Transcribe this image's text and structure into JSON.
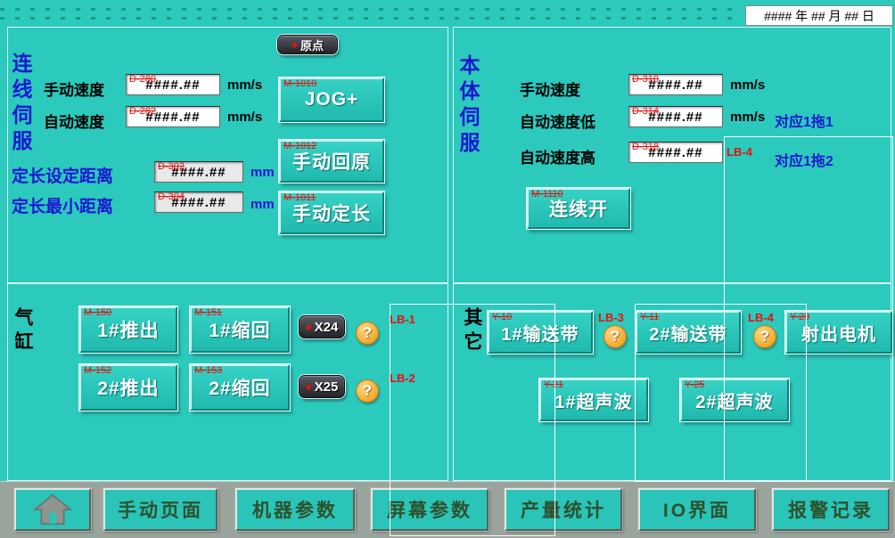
{
  "date_bar": {
    "text": "#### 年 ## 月 ## 日"
  },
  "icons": {
    "question": "?"
  },
  "colors": {
    "background": "#2cc9bd",
    "button_teal": "#25c3b7",
    "label_blue": "#1a19d0",
    "address_red": "#e31212",
    "pill_dark": "#2a2a30",
    "qmark_orange": "#f2a92e",
    "nav_bg": "#9aa39c"
  },
  "left_servo": {
    "side_label": "连线伺服",
    "origin_button": {
      "marker": "◆",
      "label": "原点"
    },
    "manual_speed": {
      "label": "手动速度",
      "address": "D-280",
      "value": "####.##",
      "unit": "mm/s"
    },
    "auto_speed": {
      "label": "自动速度",
      "address": "D-282",
      "value": "####.##",
      "unit": "mm/s"
    },
    "fixed_set": {
      "label": "定长设定距离",
      "address": "D-302",
      "value": "####.##",
      "unit": "mm"
    },
    "fixed_min": {
      "label": "定长最小距离",
      "address": "D-304",
      "value": "####.##",
      "unit": "mm"
    },
    "jog_button": {
      "address": "M-1010",
      "label": "JOG+"
    },
    "return_button": {
      "address": "M-1012",
      "label": "手动回原"
    },
    "fixed_button": {
      "address": "M-1011",
      "label": "手动定长"
    }
  },
  "body_servo": {
    "side_label": "本体伺服",
    "manual_speed": {
      "label": "手动速度",
      "address": "D-310",
      "value": "####.##",
      "unit": "mm/s"
    },
    "auto_speed_low": {
      "label": "自动速度低",
      "address": "D-314",
      "value": "####.##",
      "unit": "mm/s",
      "note": "对应1拖1"
    },
    "auto_speed_high": {
      "label": "自动速度高",
      "address": "D-318",
      "value": "####.##",
      "lb": "LB-4",
      "note": "对应1拖2"
    },
    "continuous_button": {
      "address": "M-1110",
      "label": "连续开"
    }
  },
  "cylinder": {
    "side_label": "气缸",
    "row1": {
      "push": {
        "address": "M-150",
        "label": "1#推出"
      },
      "retract": {
        "address": "M-151",
        "label": "1#缩回"
      },
      "x_input": {
        "marker": "◆",
        "label": "X24"
      },
      "lb": "LB-1"
    },
    "row2": {
      "push": {
        "address": "M-152",
        "label": "2#推出"
      },
      "retract": {
        "address": "M-153",
        "label": "2#缩回"
      },
      "x_input": {
        "marker": "◆",
        "label": "X25"
      },
      "lb": "LB-2"
    }
  },
  "others": {
    "side_label": "其它",
    "conveyor1": {
      "address": "Y-10",
      "label": "1#输送带"
    },
    "lb3": "LB-3",
    "conveyor2": {
      "address": "Y-11",
      "label": "2#输送带"
    },
    "lb4": "LB-4",
    "eject_motor": {
      "address": "Y-20",
      "label": "射出电机"
    },
    "ultrasonic1": {
      "address": "Y-21",
      "label": "1#超声波"
    },
    "ultrasonic2": {
      "address": "Y-25",
      "label": "2#超声波"
    }
  },
  "nav": {
    "items": [
      {
        "label": "手动页面"
      },
      {
        "label": "机器参数"
      },
      {
        "label": "屏幕参数"
      },
      {
        "label": "产量统计"
      },
      {
        "label": "IO界面"
      },
      {
        "label": "报警记录"
      }
    ]
  }
}
